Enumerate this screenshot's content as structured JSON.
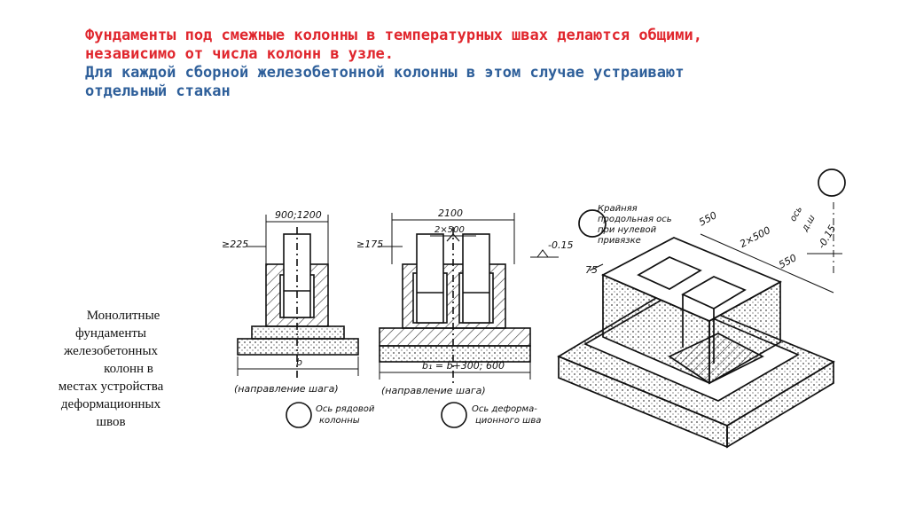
{
  "heading": {
    "line1": "Фундаменты под смежные колонны в температурных швах делаются общими,",
    "line2": "независимо от числа колонн в узле.",
    "line3": "Для каждой сборной железобетонной колонны в этом случае устраивают",
    "line4": "отдельный стакан",
    "color_red": "#e0262d",
    "color_blue": "#2e5f9a"
  },
  "caption": {
    "line1": "Монолитные",
    "line2": "фундаменты",
    "line3": "железобетонных",
    "line4": "колонн  в",
    "line5": "местах устройства",
    "line6": "деформационных",
    "line7": "швов"
  },
  "drawing": {
    "left": {
      "top_dim": "900;1200",
      "side_dim": "≥225",
      "bottom_dim": "b",
      "direction": "(направление шага)",
      "axis_label_1": "Ось рядовой",
      "axis_label_2": "колонны"
    },
    "middle": {
      "top_dim": "2100",
      "inner_dim": "2×500",
      "side_dim": "≥175",
      "level": "-0.15",
      "bottom_dim": "b₁ = b+300; 600",
      "direction": "(направление шага)",
      "axis_label_1": "Ось деформа-",
      "axis_label_2": "ционного шва"
    },
    "iso": {
      "note_1": "Крайняя",
      "note_2": "продольная ось",
      "note_3": "при нулевой",
      "note_4": "привязке",
      "dim_550a": "550",
      "dim_2x500": "2×500",
      "dim_550b": "550",
      "dim_75": "75",
      "axis_1": "ось",
      "axis_2": "д.ш",
      "level": "-0.15"
    }
  }
}
